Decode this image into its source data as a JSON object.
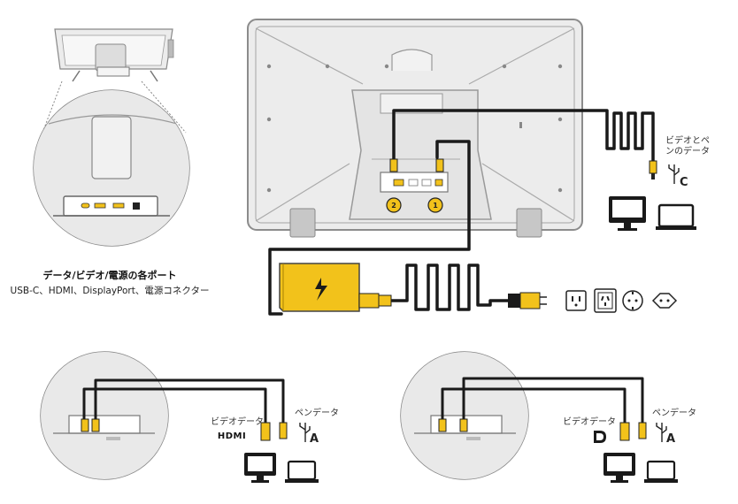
{
  "caption": {
    "title": "データ/ビデオ/電源の各ポート",
    "subtitle": "USB-C、HDMI、DisplayPort、電源コネクター"
  },
  "port_numbers": [
    "2",
    "1"
  ],
  "labels": {
    "video_pen_data": "ビデオとペンのデータ",
    "video_pen_data_line1": "ビデオとペ",
    "video_pen_data_line2": "ンのデータ",
    "usb_c_letter": "C",
    "video_data_hdmi": "ビデオデータ",
    "pen_data_hdmi": "ペンデータ",
    "hdmi_logo": "HDMI",
    "usb_a_letter_1": "A",
    "video_data_dp": "ビデオデータ",
    "pen_data_dp": "ペンデータ",
    "usb_a_letter_2": "A"
  },
  "colors": {
    "cable": "#1a1a1a",
    "connector_yellow": "#f2c21b",
    "device_fill": "#ececec",
    "device_stroke": "#8c8c8c",
    "power_brick": "#f2c21b"
  }
}
